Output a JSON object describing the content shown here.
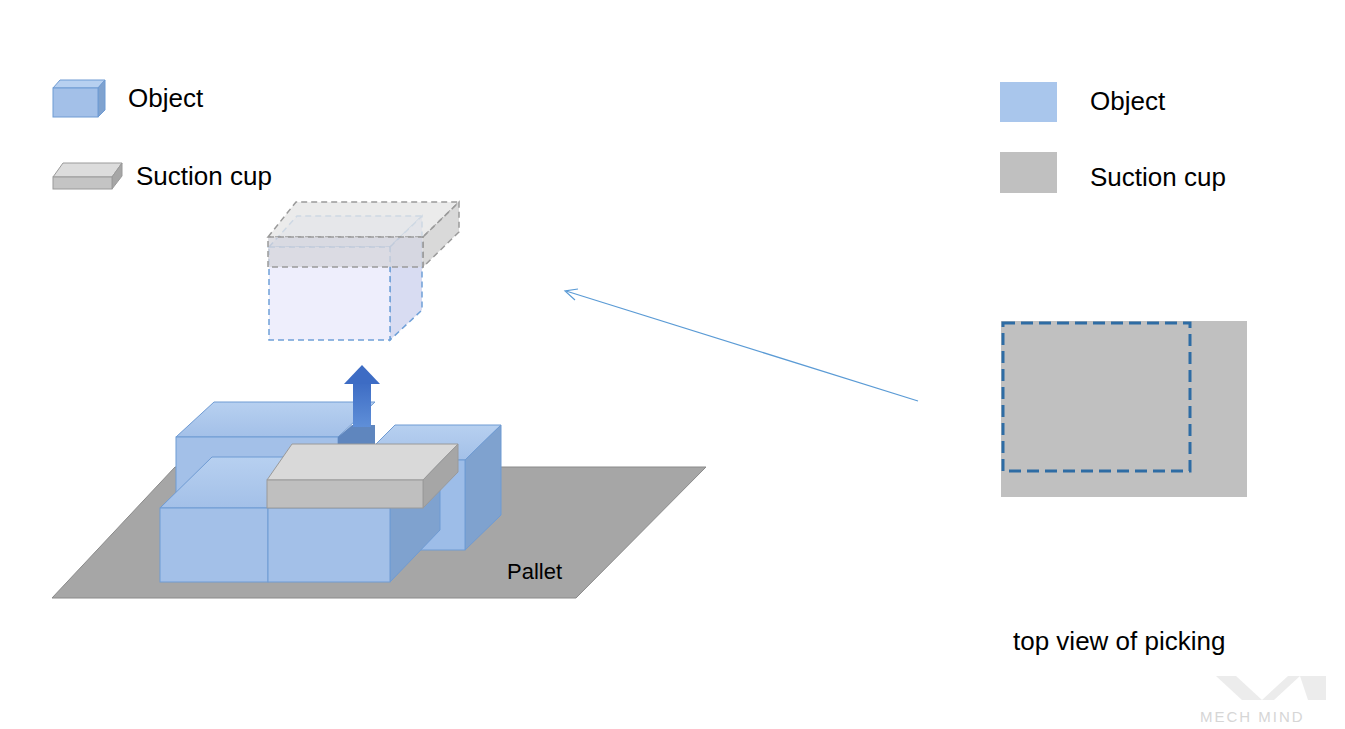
{
  "diagram": {
    "nodes": [
      {
        "text": [
          "Pallet"
        ]
      }
    ],
    "labels": [
      "top view of picking",
      "MECH MIND"
    ],
    "legend": [
      {
        "text": "Object"
      },
      {
        "text": "Suction cup"
      },
      {
        "text": "Object",
        "color": "#a9c6ec"
      },
      {
        "text": "Suction cup",
        "color": "#c0c0c0"
      }
    ]
  }
}
